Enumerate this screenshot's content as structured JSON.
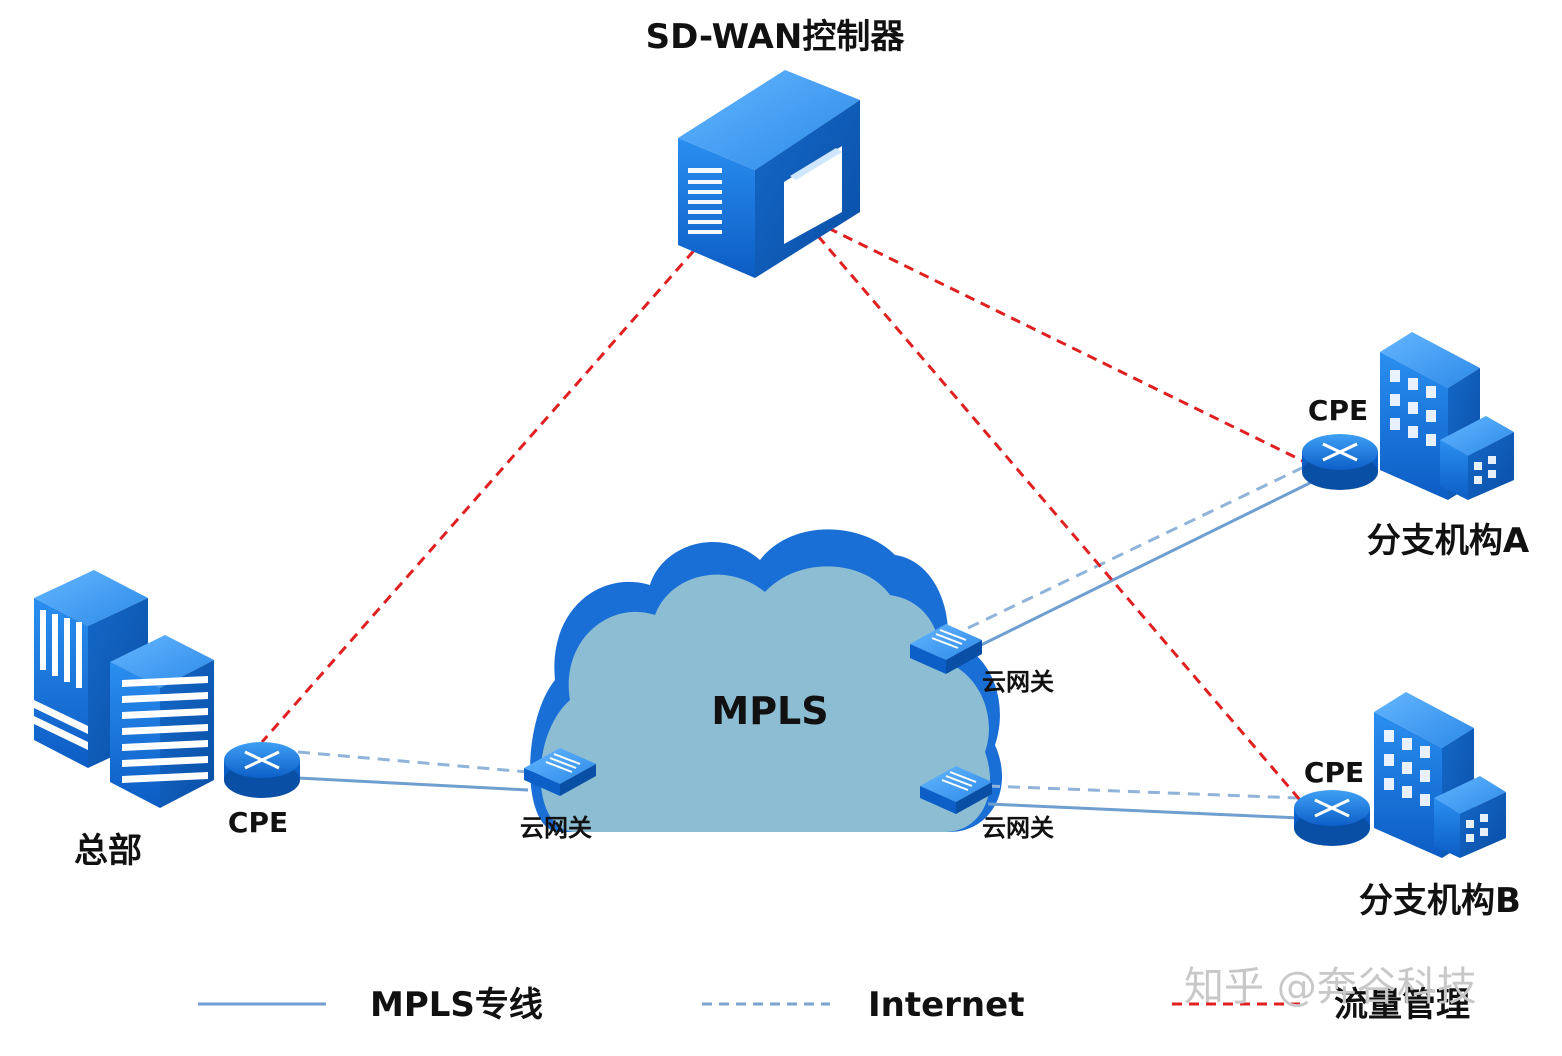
{
  "title": "SD-WAN控制器",
  "nodes": {
    "hq": {
      "label": "总部",
      "cpe_label": "CPE"
    },
    "branch_a": {
      "label": "分支机构A",
      "cpe_label": "CPE"
    },
    "branch_b": {
      "label": "分支机构B",
      "cpe_label": "CPE"
    },
    "cloud": {
      "label": "MPLS"
    },
    "gateways": [
      {
        "label": "云网关"
      },
      {
        "label": "云网关"
      },
      {
        "label": "云网关"
      }
    ]
  },
  "legend": [
    {
      "label": "MPLS专线",
      "style": "solid",
      "color": "#6e9fd0"
    },
    {
      "label": "Internet",
      "style": "dashed",
      "color": "#7aa3cf"
    },
    {
      "label": "流量管理",
      "style": "dashed",
      "color": "#e02020"
    }
  ],
  "watermark": "知乎 @奔谷科技",
  "colors": {
    "management_line": "#e02020",
    "mpls_line": "#6e9fd0",
    "internet_line": "#8fb3d9",
    "cloud_fill": "#8cbdd2",
    "cloud_edge": "#1a6fd6",
    "device_blue": "#1572d8"
  }
}
